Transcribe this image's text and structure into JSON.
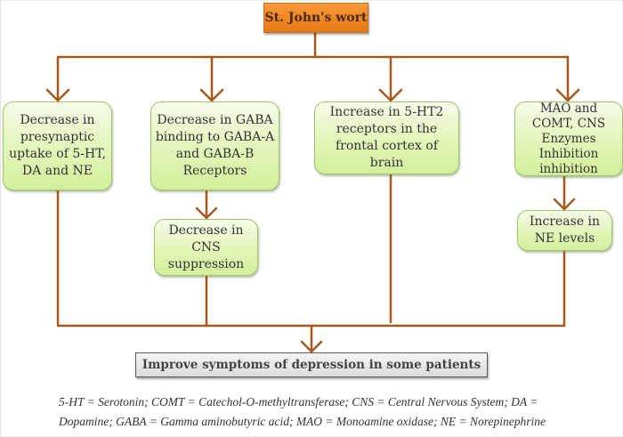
{
  "diagram": {
    "title_box": "St. John's wort",
    "effects": [
      {
        "id": "b1",
        "label": "Decrease in presynaptic uptake of 5-HT, DA and NE"
      },
      {
        "id": "b2",
        "label": "Decrease in GABA binding to GABA-A and GABA-B Receptors"
      },
      {
        "id": "b3",
        "label": "Increase in 5-HT2 receptors in the frontal cortex of brain"
      },
      {
        "id": "b4",
        "label": "MAO and COMT, CNS Enzymes Inhibition inhibition"
      }
    ],
    "secondary_effects": [
      {
        "id": "b5",
        "from": "b2",
        "label": "Decrease in CNS suppression"
      },
      {
        "id": "b6",
        "from": "b4",
        "label": "Increase in NE levels"
      }
    ],
    "outcome_box": "Improve symptoms of depression in some patients",
    "legend_lines": [
      "5-HT = Serotonin; COMT = Catechol-O-methyltransferase; CNS = Central Nervous System; DA =",
      "Dopamine; GABA = Gamma aminobutyric acid; MAO = Monoamine oxidase; NE = Norepinephrine"
    ],
    "colors": {
      "title_box": "#ef8420",
      "effect_box": "#e2f5b8",
      "connector": "#a8581f",
      "outcome_box": "#dcdcdc"
    }
  }
}
